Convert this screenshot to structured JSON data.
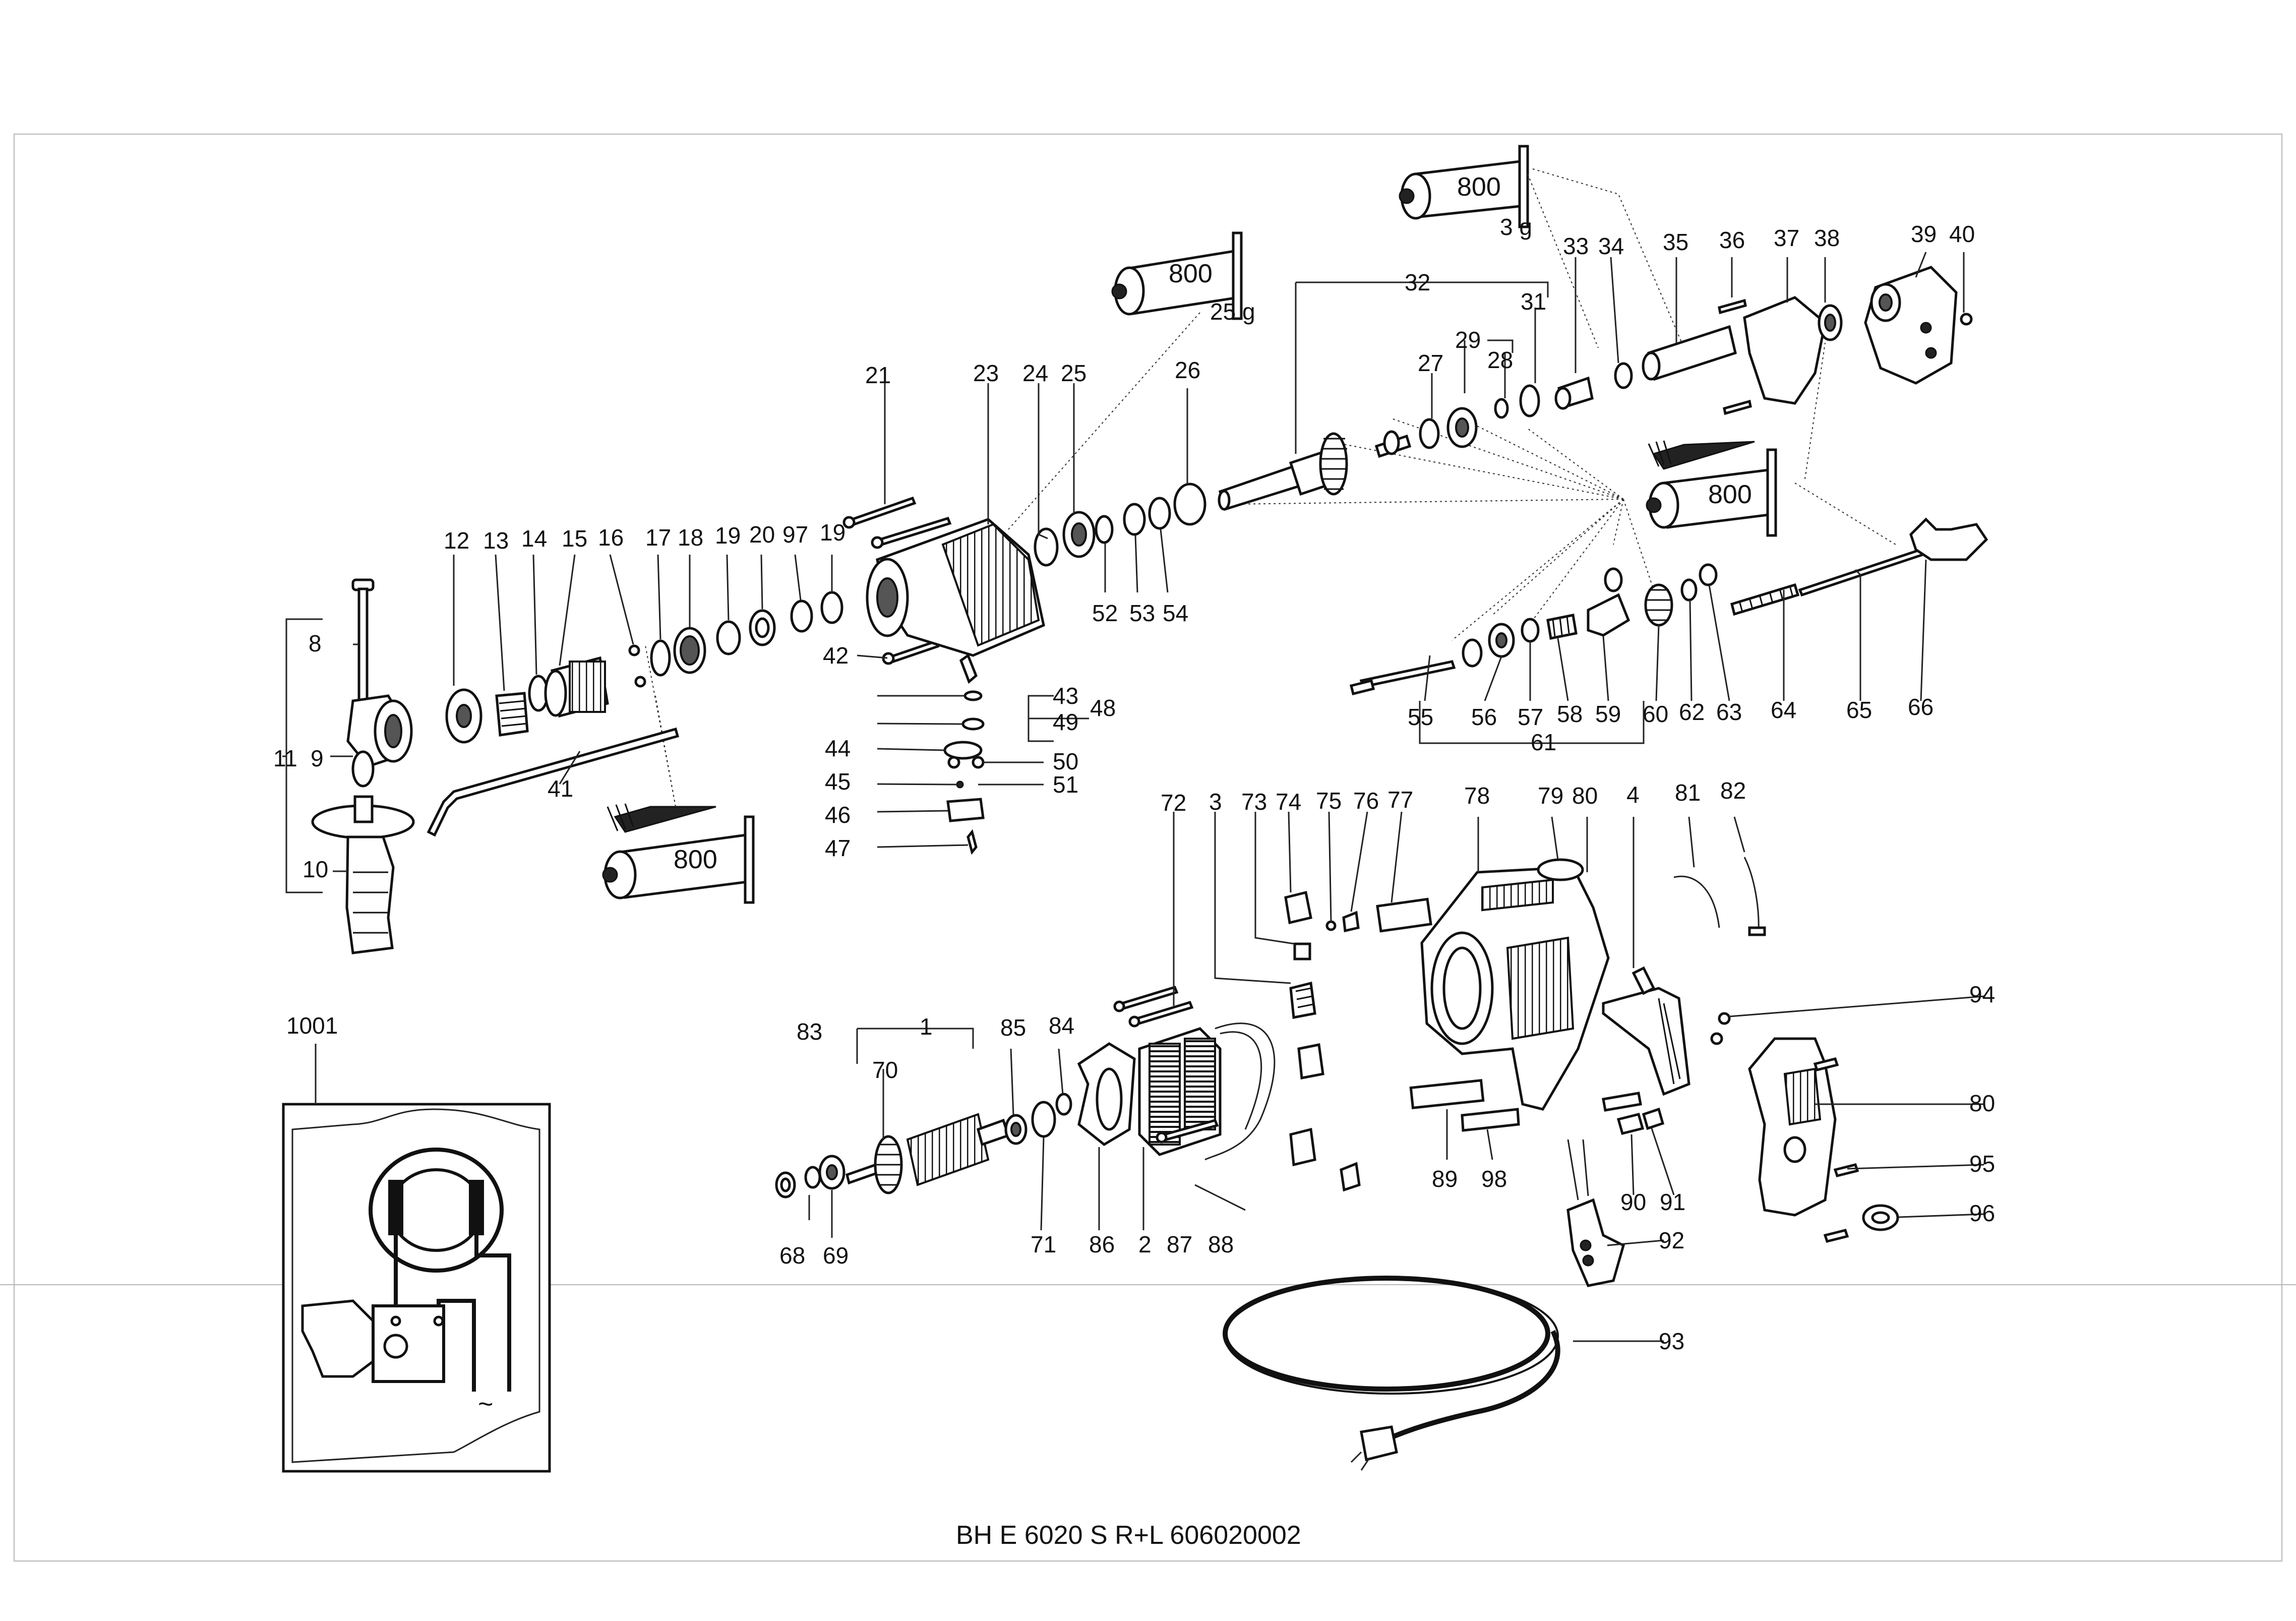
{
  "title": "BH E 6020 S R+L  606020002",
  "tube_label": "800",
  "grease_25g": "25 g",
  "grease_3g": "3 g",
  "labels": {
    "l1": "1",
    "l2": "2",
    "l3": "3",
    "l4": "4",
    "l8": "8",
    "l9": "9",
    "l10": "10",
    "l11": "11",
    "l12": "12",
    "l13": "13",
    "l14": "14",
    "l15": "15",
    "l16": "16",
    "l17": "17",
    "l18": "18",
    "l19a": "19",
    "l19b": "19",
    "l20": "20",
    "l21": "21",
    "l23": "23",
    "l24": "24",
    "l25": "25",
    "l26": "26",
    "l27": "27",
    "l28": "28",
    "l29": "29",
    "l31": "31",
    "l32": "32",
    "l33": "33",
    "l34": "34",
    "l35": "35",
    "l36": "36",
    "l37": "37",
    "l38": "38",
    "l39": "39",
    "l40": "40",
    "l41": "41",
    "l42": "42",
    "l43": "43",
    "l44": "44",
    "l45": "45",
    "l46": "46",
    "l47": "47",
    "l48": "48",
    "l49": "49",
    "l50": "50",
    "l51": "51",
    "l52": "52",
    "l53": "53",
    "l54": "54",
    "l55": "55",
    "l56": "56",
    "l57": "57",
    "l58": "58",
    "l59": "59",
    "l60": "60",
    "l61": "61",
    "l62": "62",
    "l63": "63",
    "l64": "64",
    "l65": "65",
    "l66": "66",
    "l68": "68",
    "l69": "69",
    "l70": "70",
    "l71": "71",
    "l72": "72",
    "l73": "73",
    "l74": "74",
    "l75": "75",
    "l76": "76",
    "l77": "77",
    "l78": "78",
    "l79": "79",
    "l80a": "80",
    "l80b": "80",
    "l81": "81",
    "l82": "82",
    "l83": "83",
    "l84": "84",
    "l85": "85",
    "l86": "86",
    "l87": "87",
    "l88": "88",
    "l89": "89",
    "l90": "90",
    "l91": "91",
    "l92": "92",
    "l93": "93",
    "l94": "94",
    "l95": "95",
    "l96": "96",
    "l97": "97",
    "l98": "98",
    "l1001": "1001"
  },
  "symbols": {
    "ac": "~"
  }
}
